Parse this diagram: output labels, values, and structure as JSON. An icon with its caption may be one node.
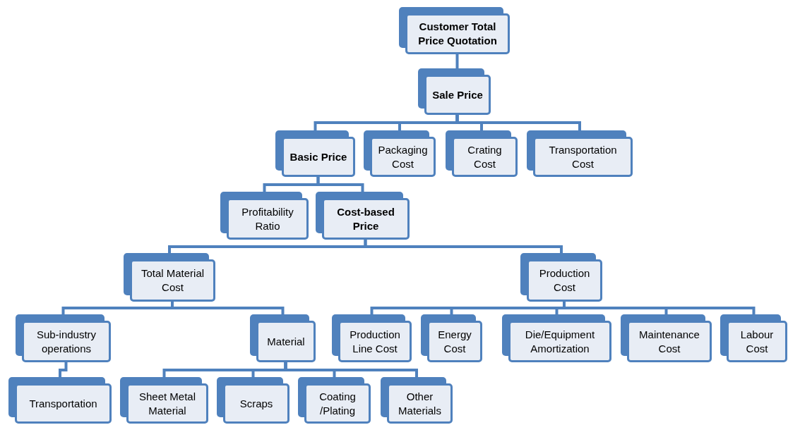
{
  "diagram": {
    "nodes": [
      {
        "text": [
          "Customer Total Price Quotation"
        ]
      },
      {
        "text": [
          "Sale Price"
        ]
      },
      {
        "text": [
          "Basic Price"
        ]
      },
      {
        "text": [
          "Packaging Cost"
        ]
      },
      {
        "text": [
          "Crating Cost"
        ]
      },
      {
        "text": [
          "Transportation Cost"
        ]
      },
      {
        "text": [
          "Profitability Ratio"
        ]
      },
      {
        "text": [
          "Cost-based Price"
        ]
      },
      {
        "text": [
          "Total Material Cost"
        ]
      },
      {
        "text": [
          "Production Cost"
        ]
      },
      {
        "text": [
          "Sub-industry operations"
        ]
      },
      {
        "text": [
          "Material"
        ]
      },
      {
        "text": [
          "Production Line Cost"
        ]
      },
      {
        "text": [
          "Energy Cost"
        ]
      },
      {
        "text": [
          "Die/Equipment Amortization"
        ]
      },
      {
        "text": [
          "Maintenance Cost"
        ]
      },
      {
        "text": [
          "Labour Cost"
        ]
      },
      {
        "text": [
          "Transportation"
        ]
      },
      {
        "text": [
          "Sheet Metal Material"
        ]
      },
      {
        "text": [
          "Scraps"
        ]
      },
      {
        "text": [
          "Coating /Plating"
        ]
      },
      {
        "text": [
          "Other Materials"
        ]
      }
    ],
    "edges": [
      {
        "from": 0,
        "to": 1,
        "arrow": "none"
      },
      {
        "from": 1,
        "to": 2,
        "arrow": "none"
      },
      {
        "from": 1,
        "to": 3,
        "arrow": "none"
      },
      {
        "from": 1,
        "to": 4,
        "arrow": "none"
      },
      {
        "from": 1,
        "to": 5,
        "arrow": "none"
      },
      {
        "from": 2,
        "to": 6,
        "arrow": "none"
      },
      {
        "from": 2,
        "to": 7,
        "arrow": "none"
      },
      {
        "from": 7,
        "to": 8,
        "arrow": "none"
      },
      {
        "from": 7,
        "to": 9,
        "arrow": "none"
      },
      {
        "from": 8,
        "to": 10,
        "arrow": "none"
      },
      {
        "from": 8,
        "to": 11,
        "arrow": "none"
      },
      {
        "from": 9,
        "to": 12,
        "arrow": "none"
      },
      {
        "from": 9,
        "to": 13,
        "arrow": "none"
      },
      {
        "from": 9,
        "to": 14,
        "arrow": "none"
      },
      {
        "from": 9,
        "to": 15,
        "arrow": "none"
      },
      {
        "from": 9,
        "to": 16,
        "arrow": "none"
      },
      {
        "from": 10,
        "to": 17,
        "arrow": "none"
      },
      {
        "from": 11,
        "to": 18,
        "arrow": "none"
      },
      {
        "from": 11,
        "to": 19,
        "arrow": "none"
      },
      {
        "from": 11,
        "to": 20,
        "arrow": "none"
      },
      {
        "from": 11,
        "to": 21,
        "arrow": "none"
      }
    ]
  }
}
